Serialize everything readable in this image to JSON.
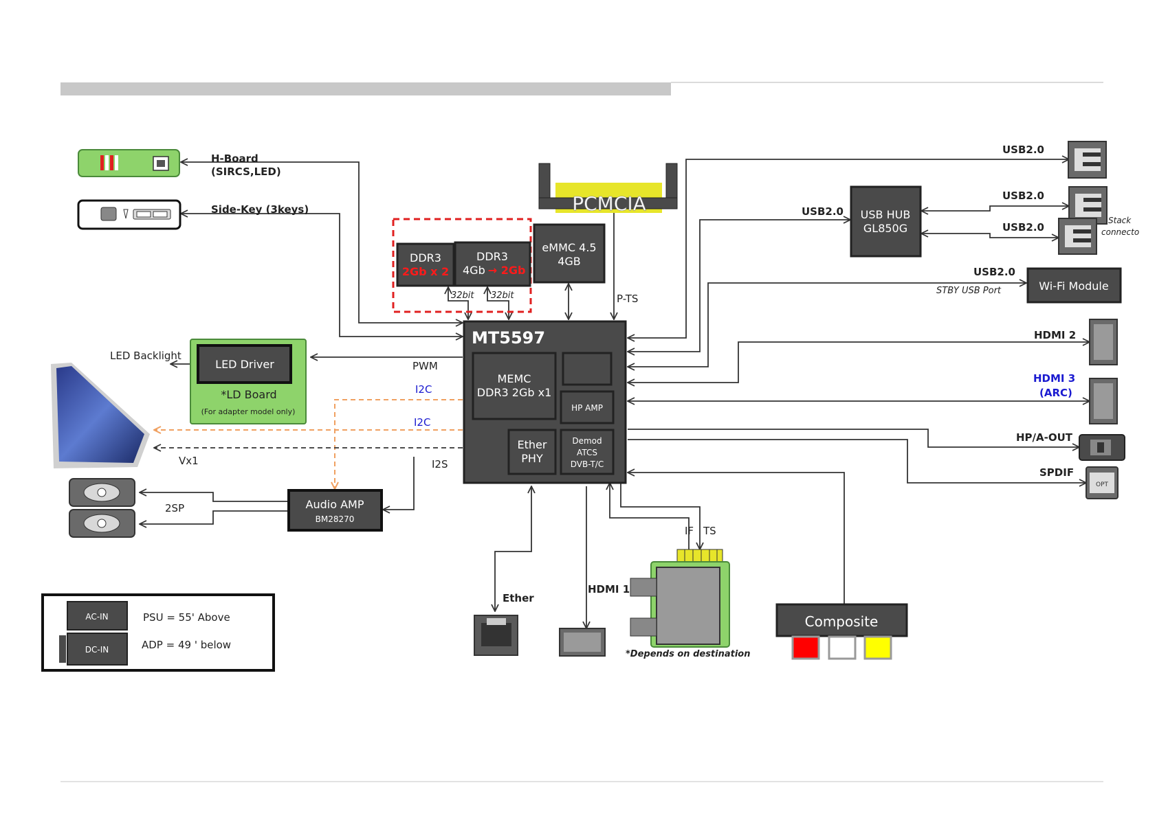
{
  "soc": {
    "name": "MT5597",
    "memc": "MEMC",
    "memc_detail": "DDR3 2Gb x1",
    "hp_amp": "HP AMP",
    "ether": "Ether",
    "phy": "PHY",
    "demod": "Demod",
    "atcs": "ATCS",
    "dvb": "DVB-T/C"
  },
  "ddr_a": {
    "name": "DDR3",
    "spec": "2Gb x 2"
  },
  "ddr_b": {
    "name": "DDR3",
    "spec_plain": "4Gb",
    "spec_red": "→ 2Gb"
  },
  "bus": {
    "a": "32bit",
    "b": "32bit"
  },
  "emmc": {
    "name": "eMMC 4.5",
    "size": "4GB"
  },
  "pcmcia": "PCMCIA",
  "pts": "P-TS",
  "hboard": {
    "label": "H-Board",
    "sub": "(SIRCS,LED)"
  },
  "sidekey": "Side-Key (3keys)",
  "led": {
    "backlight": "LED Backlight",
    "driver": "LED Driver",
    "board": "*LD Board",
    "note": "(For adapter model only)"
  },
  "signals": {
    "pwm": "PWM",
    "i2c_1": "I2C",
    "i2c_2": "I2C",
    "vx1": "Vx1",
    "i2s": "I2S",
    "sp": "2SP",
    "if": "IF",
    "ts": "TS"
  },
  "audio_amp": {
    "name": "Audio AMP",
    "part": "BM28270"
  },
  "power": {
    "ac": "AC-IN",
    "dc": "DC-IN",
    "psu": "PSU = 55' Above",
    "adp": "ADP = 49 ' below"
  },
  "ether_label": "Ether",
  "hdmi1": "HDMI 1",
  "tuner_note": "*Depends on destination",
  "composite": "Composite",
  "usb_hub": {
    "name": "USB HUB",
    "part": "GL850G",
    "in": "USB2.0"
  },
  "usb": {
    "top": "USB2.0",
    "hub1": "USB2.0",
    "hub2": "USB2.0",
    "wifi": "USB2.0",
    "stack": "Stack",
    "connector": "connecto"
  },
  "wifi": {
    "name": "Wi-Fi Module",
    "port": "STBY USB Port"
  },
  "hdmi2": "HDMI 2",
  "hdmi3": {
    "name": "HDMI 3",
    "arc": "(ARC)"
  },
  "hp_out": "HP/A-OUT",
  "spdif": "SPDIF",
  "opt": "OPT",
  "colors": {
    "block": "#4a4a4a",
    "green": "#8ed36b",
    "yellow": "#e7e52a",
    "red": "#ff0000",
    "dashed_red": "#e02020",
    "blue": "#1a1ad0"
  }
}
